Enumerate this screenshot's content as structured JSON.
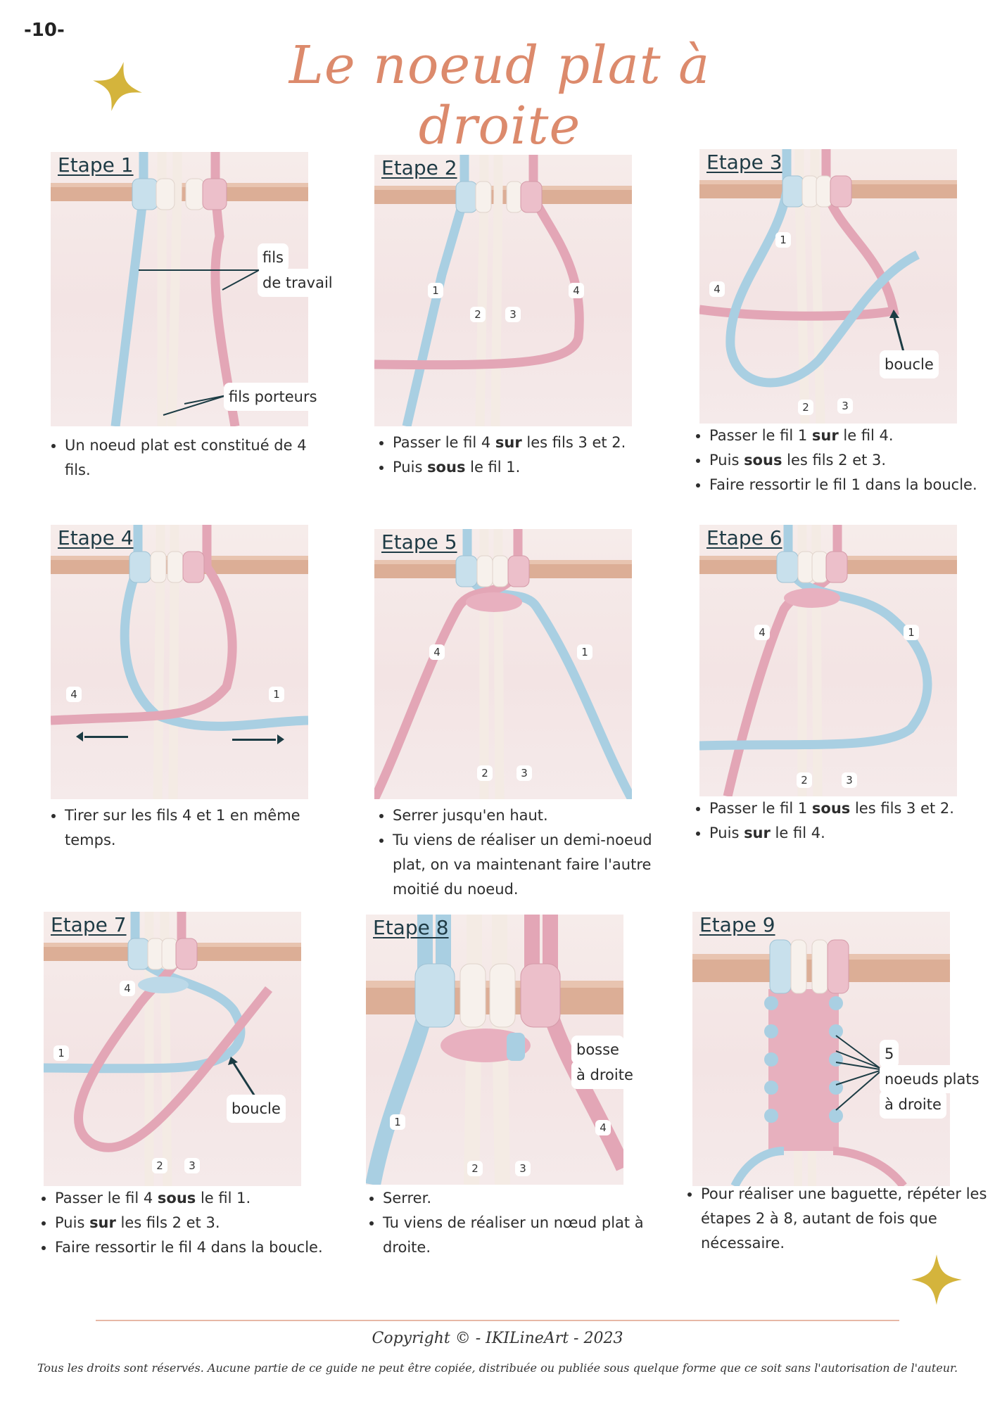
{
  "page_number": "-10-",
  "title": "Le noeud plat à droite",
  "steps": [
    {
      "title": "Etape 1",
      "labels": [],
      "callouts": [
        "fils",
        "de travail",
        "fils porteurs"
      ],
      "bullets": [
        {
          "parts": [
            {
              "t": "Un noeud plat est constitué de 4 fils.",
              "b": false
            }
          ]
        }
      ]
    },
    {
      "title": "Etape 2",
      "labels": [
        "1",
        "2",
        "3",
        "4"
      ],
      "callouts": [],
      "bullets": [
        {
          "parts": [
            {
              "t": "Passer le fil 4 ",
              "b": false
            },
            {
              "t": "sur",
              "b": true
            },
            {
              "t": " les fils 3 et 2.",
              "b": false
            }
          ]
        },
        {
          "parts": [
            {
              "t": "Puis ",
              "b": false
            },
            {
              "t": "sous",
              "b": true
            },
            {
              "t": " le fil 1.",
              "b": false
            }
          ]
        }
      ]
    },
    {
      "title": "Etape 3",
      "labels": [
        "1",
        "4",
        "2",
        "3"
      ],
      "callouts": [
        "boucle"
      ],
      "bullets": [
        {
          "parts": [
            {
              "t": "Passer le fil 1 ",
              "b": false
            },
            {
              "t": "sur",
              "b": true
            },
            {
              "t": " le fil 4.",
              "b": false
            }
          ]
        },
        {
          "parts": [
            {
              "t": "Puis ",
              "b": false
            },
            {
              "t": "sous",
              "b": true
            },
            {
              "t": " les fils 2 et 3.",
              "b": false
            }
          ]
        },
        {
          "parts": [
            {
              "t": "Faire ressortir le fil 1 dans la boucle.",
              "b": false
            }
          ]
        }
      ]
    },
    {
      "title": "Etape 4",
      "labels": [
        "4",
        "1"
      ],
      "callouts": [],
      "bullets": [
        {
          "parts": [
            {
              "t": "Tirer sur les fils 4 et 1 en même temps.",
              "b": false
            }
          ]
        }
      ]
    },
    {
      "title": "Etape 5",
      "labels": [
        "4",
        "1",
        "2",
        "3"
      ],
      "callouts": [],
      "bullets": [
        {
          "parts": [
            {
              "t": "Serrer jusqu'en haut.",
              "b": false
            }
          ]
        },
        {
          "parts": [
            {
              "t": "Tu viens de réaliser un demi-noeud plat, on va maintenant faire l'autre moitié du noeud.",
              "b": false
            }
          ]
        }
      ]
    },
    {
      "title": "Etape 6",
      "labels": [
        "4",
        "1",
        "2",
        "3"
      ],
      "callouts": [],
      "bullets": [
        {
          "parts": [
            {
              "t": "Passer le fil 1 ",
              "b": false
            },
            {
              "t": "sous",
              "b": true
            },
            {
              "t": " les fils 3 et 2.",
              "b": false
            }
          ]
        },
        {
          "parts": [
            {
              "t": "Puis ",
              "b": false
            },
            {
              "t": "sur",
              "b": true
            },
            {
              "t": " le fil 4.",
              "b": false
            }
          ]
        }
      ]
    },
    {
      "title": "Etape 7",
      "labels": [
        "4",
        "1",
        "2",
        "3"
      ],
      "callouts": [
        "boucle"
      ],
      "bullets": [
        {
          "parts": [
            {
              "t": "Passer le fil 4 ",
              "b": false
            },
            {
              "t": "sous",
              "b": true
            },
            {
              "t": " le fil 1.",
              "b": false
            }
          ]
        },
        {
          "parts": [
            {
              "t": "Puis ",
              "b": false
            },
            {
              "t": "sur",
              "b": true
            },
            {
              "t": " les fils 2 et 3.",
              "b": false
            }
          ]
        },
        {
          "parts": [
            {
              "t": "Faire ressortir le fil 4 dans la boucle.",
              "b": false
            }
          ]
        }
      ]
    },
    {
      "title": "Etape 8",
      "labels": [
        "1",
        "4",
        "2",
        "3"
      ],
      "callouts": [
        "bosse",
        "à droite"
      ],
      "bullets": [
        {
          "parts": [
            {
              "t": "Serrer.",
              "b": false
            }
          ]
        },
        {
          "parts": [
            {
              "t": "Tu viens de réaliser un nœud plat à droite.",
              "b": false
            }
          ]
        }
      ]
    },
    {
      "title": "Etape 9",
      "labels": [],
      "callouts": [
        "5",
        "noeuds plats",
        "à droite"
      ],
      "bullets": [
        {
          "parts": [
            {
              "t": "Pour réaliser une baguette, répéter les étapes 2 à 8, autant de fois que nécessaire.",
              "b": false
            }
          ]
        }
      ]
    }
  ],
  "footer": {
    "copyright": "Copyright © - IKILineArt - 2023",
    "rights": "Tous les droits sont réservés. Aucune partie de ce guide ne peut être copiée, distribuée ou publiée sous quelque forme que ce soit sans l'autorisation de l'auteur."
  },
  "colors": {
    "title": "#dc8a6c",
    "star": "#d4b43c",
    "blue_cord": "#a9cfe2",
    "pink_cord": "#e3a6b6",
    "white_cord": "#f4ebe4",
    "dowel": "#dcae96",
    "label": "#1f3b45"
  }
}
